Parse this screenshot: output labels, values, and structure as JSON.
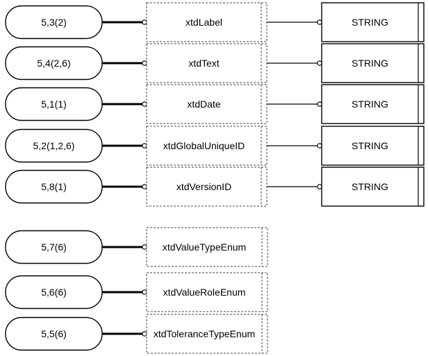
{
  "rows": [
    {
      "ref": "5,3(2)",
      "type": "xtdLabel",
      "target": "STRING"
    },
    {
      "ref": "5,4(2,6)",
      "type": "xtdText",
      "target": "STRING"
    },
    {
      "ref": "5,1(1)",
      "type": "xtdDate",
      "target": "STRING"
    },
    {
      "ref": "5,2(1,2,6)",
      "type": "xtdGlobalUniqueID",
      "target": "STRING"
    },
    {
      "ref": "5,8(1)",
      "type": "xtdVersionID",
      "target": "STRING"
    },
    {
      "ref": "5,7(6)",
      "type": "xtdValueTypeEnum",
      "target": null
    },
    {
      "ref": "5,6(6)",
      "type": "xtdValueRoleEnum",
      "target": null
    },
    {
      "ref": "5,5(6)",
      "type": "xtdToleranceTypeEnum",
      "target": null
    }
  ]
}
